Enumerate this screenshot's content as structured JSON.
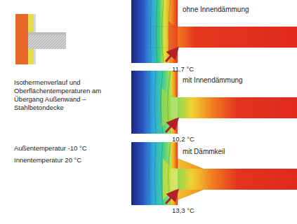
{
  "diagram": {
    "nodes": [
      {
        "text": [
          "ohne Innendämmung"
        ]
      },
      {
        "text": [
          "mit Innendämmung"
        ]
      },
      {
        "text": [
          "mit Dämmkeil"
        ]
      }
    ],
    "labels": [
      "Isothermenverlauf und Oberflächentemperaturen am Übergang Außenwand – Stahlbetondecke",
      "Außentemperatur -10 °C",
      "Innentemperatur 20 °C",
      "11,7 °C",
      "10,2 °C",
      "13,3 °C"
    ]
  }
}
